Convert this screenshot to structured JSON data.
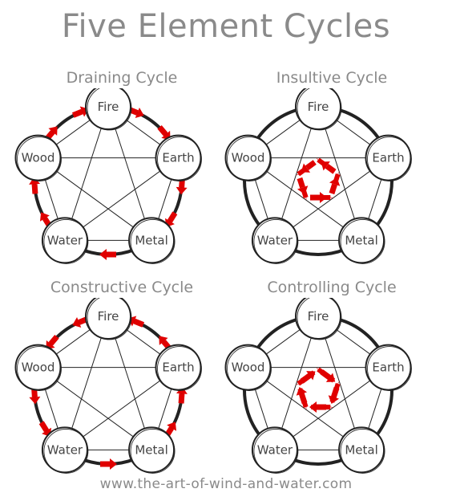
{
  "title": "Five Element Cycles",
  "footer": "www.the-art-of-wind-and-water.com",
  "colors": {
    "text": "#8a8a8a",
    "line": "#222222",
    "arrow": "#e00000"
  },
  "panels": [
    {
      "title": "Draining Cycle",
      "ring": "outer-arrows",
      "order": [
        "Fire",
        "Earth",
        "Metal",
        "Water",
        "Wood"
      ]
    },
    {
      "title": "Insultive Cycle",
      "ring": "inner-arrows",
      "order": [
        "Fire",
        "Earth",
        "Metal",
        "Water",
        "Wood"
      ]
    },
    {
      "title": "Constructive Cycle",
      "ring": "outer-arrows",
      "order": [
        "Fire",
        "Earth",
        "Metal",
        "Water",
        "Wood"
      ]
    },
    {
      "title": "Controlling Cycle",
      "ring": "inner-arrows",
      "order": [
        "Fire",
        "Earth",
        "Metal",
        "Water",
        "Wood"
      ]
    }
  ],
  "elements": {
    "fire": "Fire",
    "earth": "Earth",
    "metal": "Metal",
    "water": "Water",
    "wood": "Wood"
  }
}
